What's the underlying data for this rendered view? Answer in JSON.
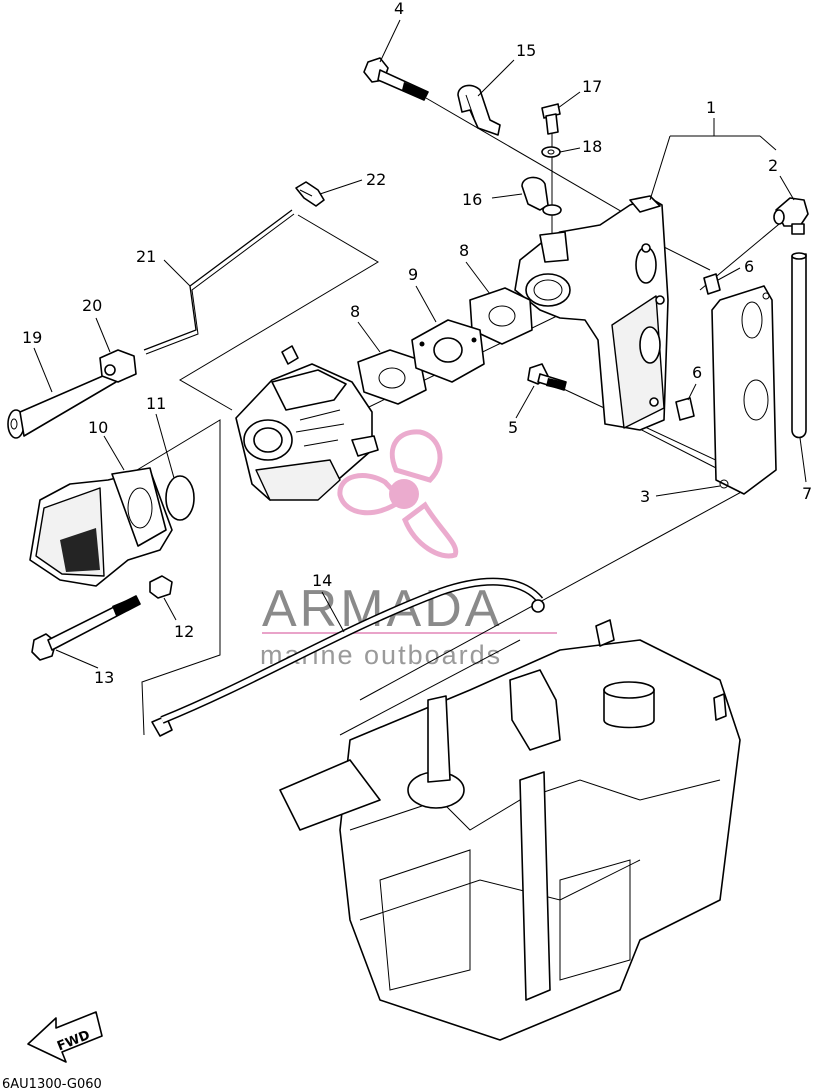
{
  "diagram_code": "6AU1300-G060",
  "watermark": {
    "brand": "ARMADA",
    "tagline": "marine outboards",
    "accent_color": "#e9a3c9",
    "text_color": "#8a8a8a"
  },
  "direction_marker": "FWD",
  "callouts": [
    "1",
    "2",
    "3",
    "4",
    "5",
    "6",
    "6",
    "7",
    "8",
    "8",
    "9",
    "10",
    "11",
    "12",
    "13",
    "14",
    "15",
    "16",
    "17",
    "18",
    "19",
    "20",
    "21",
    "22"
  ]
}
